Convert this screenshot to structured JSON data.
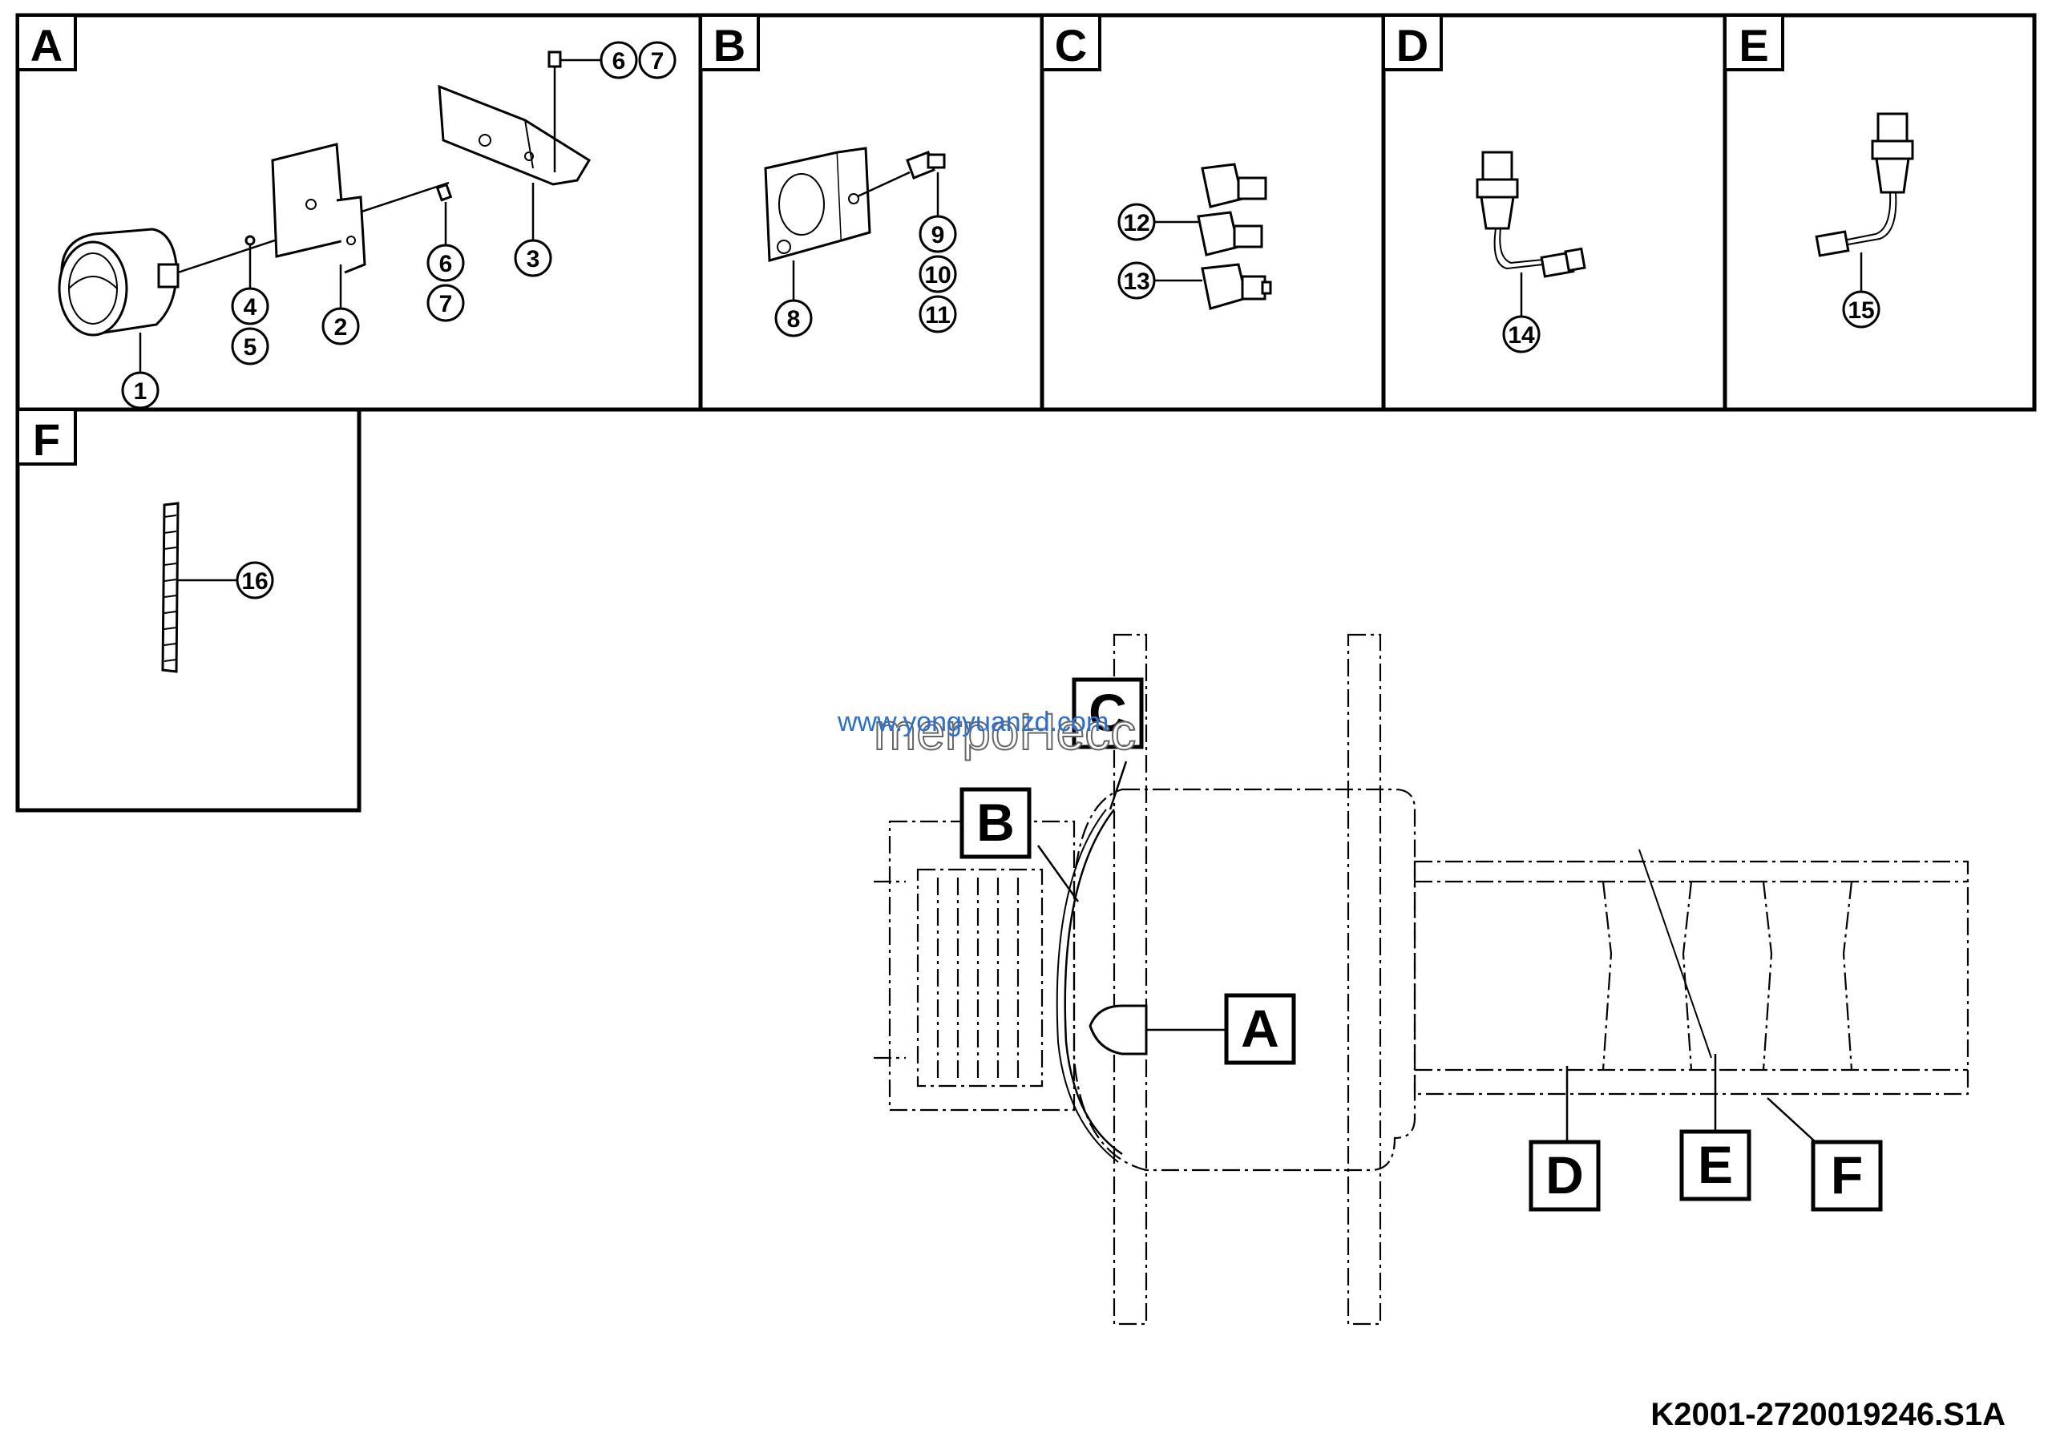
{
  "panels": [
    {
      "letter": "A"
    },
    {
      "letter": "B"
    },
    {
      "letter": "C"
    },
    {
      "letter": "D"
    },
    {
      "letter": "E"
    },
    {
      "letter": "F"
    }
  ],
  "callouts": {
    "a": [
      "1",
      "2",
      "3",
      "4",
      "5",
      "6",
      "7",
      "6",
      "7"
    ],
    "b": [
      "8",
      "9",
      "10",
      "11"
    ],
    "c": [
      "12",
      "13"
    ],
    "d": [
      "14"
    ],
    "e": [
      "15"
    ],
    "f": [
      "16"
    ]
  },
  "overview_labels": [
    "C",
    "B",
    "A",
    "D",
    "E",
    "F"
  ],
  "watermark": {
    "url": "www.yongyuanzd.com",
    "text": "merpoHecc"
  },
  "drawing_number": "K2001-2720019246.S1A"
}
